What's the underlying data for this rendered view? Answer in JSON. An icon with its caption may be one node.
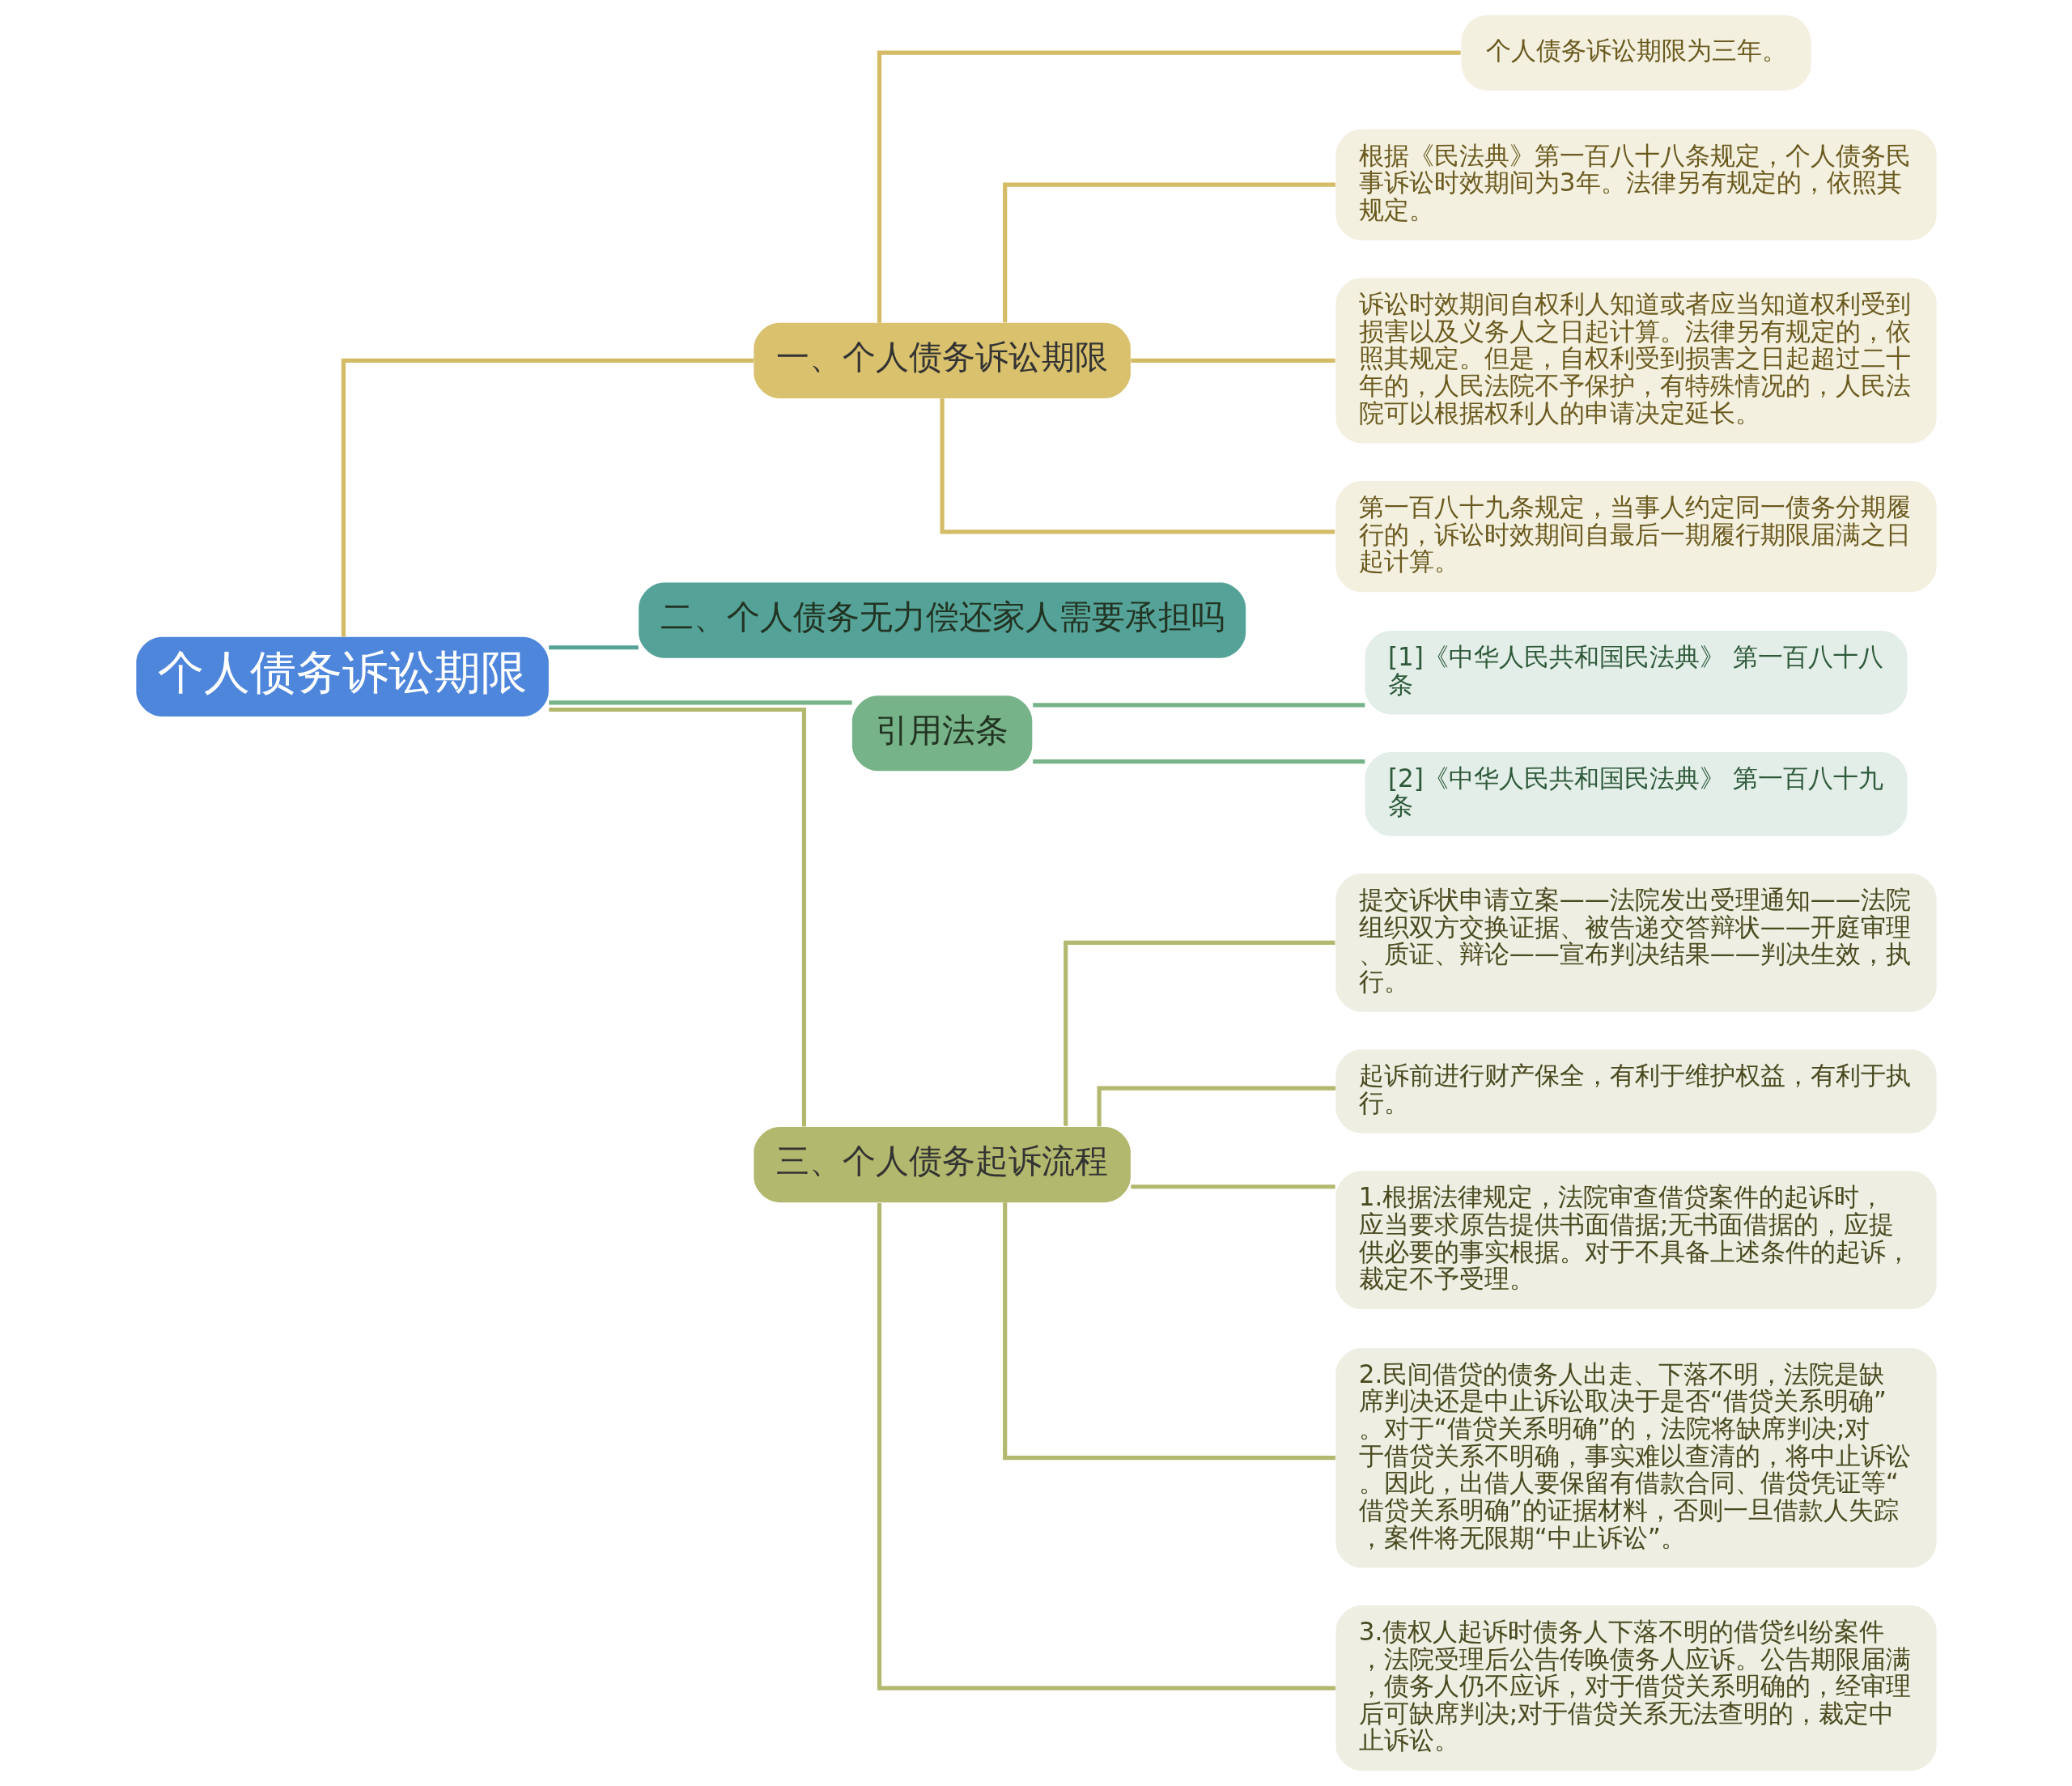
{
  "diagram": {
    "nodes": [
      {
        "text": [
          "个人债务诉讼期限"
        ]
      },
      {
        "text": [
          "一、个人债务诉讼期限"
        ]
      },
      {
        "text": [
          "个人债务诉讼期限为三年。"
        ]
      },
      {
        "text": [
          "根据《民法典》第一百八十八条规定，个人债务民事诉讼时效期间为3年。法律另有规定的，依照其规定。"
        ]
      },
      {
        "text": [
          "诉讼时效期间自权利人知道或者应当知道权利受到损害以及义务人之日起计算。法律另有规定的，依照其规定。但是，自权利受到损害之日起超过二十年的，人民法院不予保护，有特殊情况的，人民法院可以根据权利人的申请决定延长。"
        ]
      },
      {
        "text": [
          "第一百八十九条规定，当事人约定同一债务分期履行的，诉讼时效期间自最后一期履行期限届满之日起计算。"
        ]
      },
      {
        "text": [
          "二、个人债务无力偿还家人需要承担吗"
        ]
      },
      {
        "text": [
          "引用法条"
        ]
      },
      {
        "text": [
          "[1]《中华人民共和国民法典》 第一百八十八条"
        ]
      },
      {
        "text": [
          "[2]《中华人民共和国民法典》 第一百八十九条"
        ]
      },
      {
        "text": [
          "三、个人债务起诉流程"
        ]
      },
      {
        "text": [
          "提交诉状申请立案——法院发出受理通知——法院组织双方交换证据、被告递交答辩状——开庭审理、质证、辩论——宣布判决结果——判决生效，执行。"
        ]
      },
      {
        "text": [
          "起诉前进行财产保全，有利于维护权益，有利于执行。"
        ]
      },
      {
        "text": [
          "1.根据法律规定，法院审查借贷案件的起诉时，应当要求原告提供书面借据;无书面借据的，应提供必要的事实根据。对于不具备上述条件的起诉，裁定不予受理。"
        ]
      },
      {
        "text": [
          "2.民间借贷的债务人出走、下落不明，法院是缺席判决还是中止诉讼取决于是否“借贷关系明确”。对于“借贷关系明确”的，法院将缺席判决;对于借贷关系不明确，事实难以查清的，将中止诉讼。因此，出借人要保留有借款合同、借贷凭证等“借贷关系明确”的证据材料，否则一旦借款人失踪，案件将无限期“中止诉讼”。"
        ]
      },
      {
        "text": [
          "3.债权人起诉时债务人下落不明的借贷纠纷案件，法院受理后公告传唤债务人应诉。公告期限届满，债务人仍不应诉，对于借贷关系明确的，经审理后可缺席判决;对于借贷关系无法查明的，裁定中止诉讼。"
        ]
      }
    ],
    "edges": [
      {
        "from": 0,
        "to": 1,
        "arrow": "none",
        "color": "#d4bb66"
      },
      {
        "from": 1,
        "to": 2,
        "arrow": "none",
        "color": "#d4bb66"
      },
      {
        "from": 1,
        "to": 3,
        "arrow": "none",
        "color": "#d4bb66"
      },
      {
        "from": 1,
        "to": 4,
        "arrow": "none",
        "color": "#d4bb66"
      },
      {
        "from": 1,
        "to": 5,
        "arrow": "none",
        "color": "#d4bb66"
      },
      {
        "from": 0,
        "to": 6,
        "arrow": "none",
        "color": "#55a398"
      },
      {
        "from": 0,
        "to": 7,
        "arrow": "none",
        "color": "#77b388"
      },
      {
        "from": 7,
        "to": 8,
        "arrow": "none",
        "color": "#77b388"
      },
      {
        "from": 7,
        "to": 9,
        "arrow": "none",
        "color": "#77b388"
      },
      {
        "from": 0,
        "to": 10,
        "arrow": "none"
      },
      {
        "from": 10,
        "to": 11,
        "arrow": "none"
      },
      {
        "from": 10,
        "to": 12,
        "arrow": "none"
      },
      {
        "from": 10,
        "to": 13,
        "arrow": "none"
      },
      {
        "from": 10,
        "to": 14,
        "arrow": "none"
      },
      {
        "from": 10,
        "to": 15,
        "arrow": "none"
      }
    ]
  }
}
